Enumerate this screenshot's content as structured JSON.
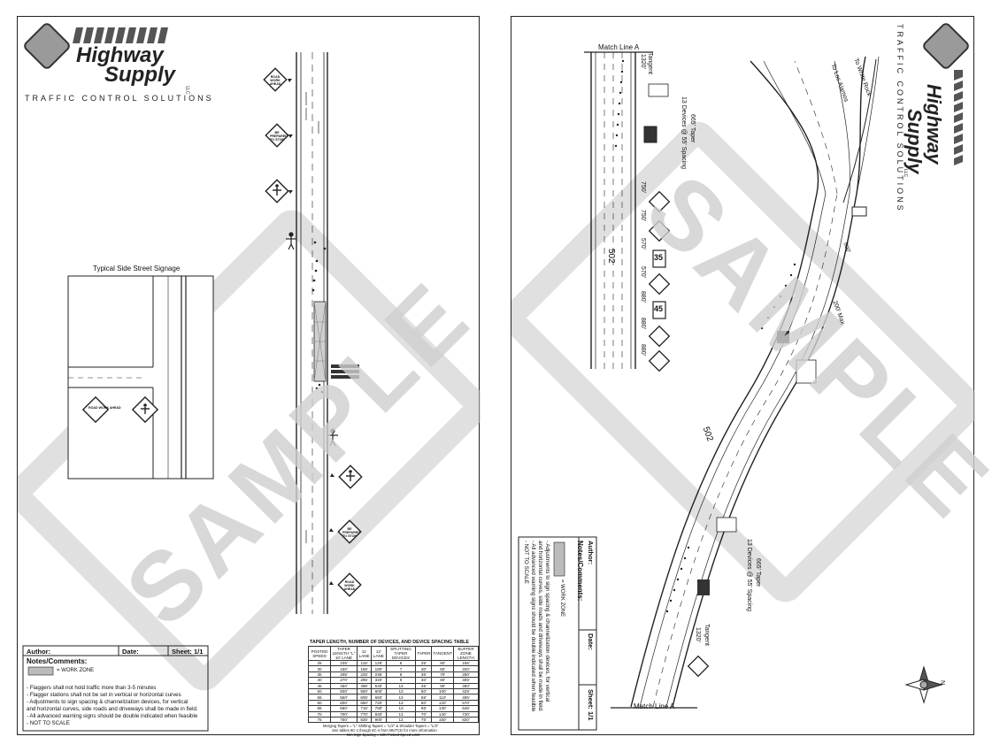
{
  "left_sheet": {
    "logo": {
      "word1": "Highway",
      "word2": "Supply",
      "suffix": "LLC",
      "tagline": "TRAFFIC CONTROL SOLUTIONS"
    },
    "watermark": "SAMPLE",
    "inset_title": "Typical Side Street Signage",
    "inset_signs": [
      "ROAD WORK AHEAD"
    ],
    "road_signs": [
      "ROAD WORK AHEAD",
      "BE PREPARED TO STOP",
      "BE PREPARED TO STOP",
      "ROAD WORK AHEAD"
    ],
    "title_block": {
      "author_label": "Author:",
      "date_label": "Date:",
      "sheet_label": "Sheet: 1/1",
      "notes_label": "Notes/Comments:",
      "legend_label": "= WORK ZONE",
      "notes": [
        "- Flaggers shall not hold traffic more than 3-5 minutes",
        "- Flagger stations shall not be set in vertical or horizontal curves",
        "- Adjustments to sign spacing & channelization devices, for vertical",
        "and horizontal curves, side roads and driveways shall be made in field.",
        "- All advanced warning signs should be double indicated when feasible",
        "- NOT TO SCALE"
      ]
    },
    "taper_table": {
      "title": "TAPER LENGTH, NUMBER OF DEVICES, AND DEVICE SPACING TABLE",
      "headers": [
        "POSTED SPEED",
        "TAPER LENGTH \"L\" 10' LANE",
        "11' LANE",
        "12' LANE",
        "SPLITTING TAPER DEVICES",
        "TAPER",
        "TANGENT",
        "BUFFER ZONE LENGTH"
      ],
      "rows": [
        [
          "25",
          "105'",
          "115'",
          "125'",
          "6",
          "25'",
          "50'",
          "155'"
        ],
        [
          "30",
          "150'",
          "165'",
          "180'",
          "7",
          "30'",
          "60'",
          "200'"
        ],
        [
          "35",
          "205'",
          "225'",
          "245'",
          "8",
          "35'",
          "70'",
          "250'"
        ],
        [
          "40",
          "270'",
          "295'",
          "320'",
          "9",
          "40'",
          "80'",
          "305'"
        ],
        [
          "45",
          "450'",
          "495'",
          "540'",
          "13",
          "45'",
          "90'",
          "360'"
        ],
        [
          "50",
          "500'",
          "550'",
          "600'",
          "13",
          "50'",
          "100'",
          "425'"
        ],
        [
          "55",
          "550'",
          "605'",
          "660'",
          "13",
          "55'",
          "110'",
          "495'"
        ],
        [
          "60",
          "600'",
          "660'",
          "720'",
          "13",
          "60'",
          "120'",
          "570'"
        ],
        [
          "65",
          "650'",
          "715'",
          "780'",
          "13",
          "65'",
          "130'",
          "645'"
        ],
        [
          "70",
          "700'",
          "770'",
          "840'",
          "13",
          "70'",
          "140'",
          "730'"
        ],
        [
          "75",
          "750'",
          "825'",
          "900'",
          "13",
          "75'",
          "150'",
          "820'"
        ]
      ],
      "footnotes": [
        "Merging Tapers = \"L\"  Shifting Tapers = \"L/2\"  & Shoulder Tapers = \"L/3\"",
        "See tables 6C-1 though 6C-4 from MUTCD for more information",
        "Min Sign Spacing = 10X Posted Speed Limit"
      ]
    }
  },
  "right_sheet": {
    "logo": {
      "word1": "Highway",
      "word2": "Supply",
      "suffix": "LLC",
      "tagline": "TRAFFIC CONTROL SOLUTIONS"
    },
    "watermark": "SAMPLE",
    "match_line_top": "Match Line A",
    "match_line_bottom": "Match Line A",
    "route_labels": [
      "502",
      "502"
    ],
    "destinations": [
      "To Los Alamos",
      "To White Rock"
    ],
    "spacing_label": "500'",
    "max_label": "200' Max",
    "taper_top": [
      "665' Taper",
      "13 Devices @ 55' Spacing"
    ],
    "taper_bottom": [
      "665' Taper",
      "13 Devices @ 55' Spacing"
    ],
    "tangent_top": [
      "Tangent",
      "1320'"
    ],
    "tangent_bottom": [
      "Tangent",
      "1320'"
    ],
    "sign_distances": [
      "750'",
      "750'",
      "570'",
      "570'",
      "880'",
      "880'",
      "880'"
    ],
    "speed_signs": [
      "35",
      "45"
    ],
    "compass": "N",
    "title_block": {
      "author_label": "Author:",
      "date_label": "Date:",
      "sheet_label": "Sheet: 1/1",
      "notes_label": "Notes/Comments:",
      "legend_label": "= WORK ZONE",
      "notes": [
        "- Adjustments to sign spacing & channelization devices, for vertical",
        "and horizontal curves, side roads and driveways shall be made in field.",
        "- All advanced warning signs should be double indicated when feasible",
        "- NOT TO SCALE"
      ]
    }
  }
}
